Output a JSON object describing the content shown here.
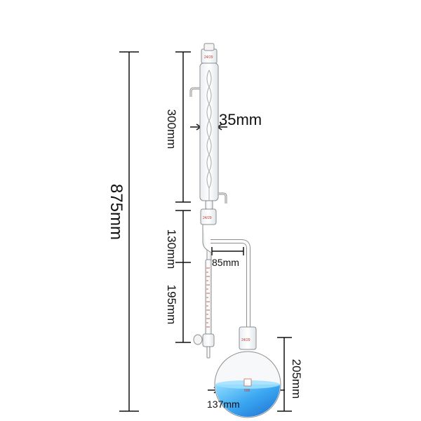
{
  "dimensions": {
    "total_height": "875mm",
    "condenser_length": "300mm",
    "condenser_diameter": "35mm",
    "trap_height": "130mm",
    "burette_length": "195mm",
    "trap_offset": "85mm",
    "flask_height": "205mm",
    "flask_diameter": "137mm"
  },
  "glass_marks": {
    "top_joint": "24/29",
    "trap_joint": "24/29",
    "flask_joint": "24/29",
    "flask_volume": "500"
  },
  "colors": {
    "glass_outline": "#9a9a9a",
    "dimension_line": "#111111",
    "liquid_light": "#7fd3ff",
    "liquid_dark": "#1f7fe0",
    "graduation_marks": "#c0392b"
  }
}
